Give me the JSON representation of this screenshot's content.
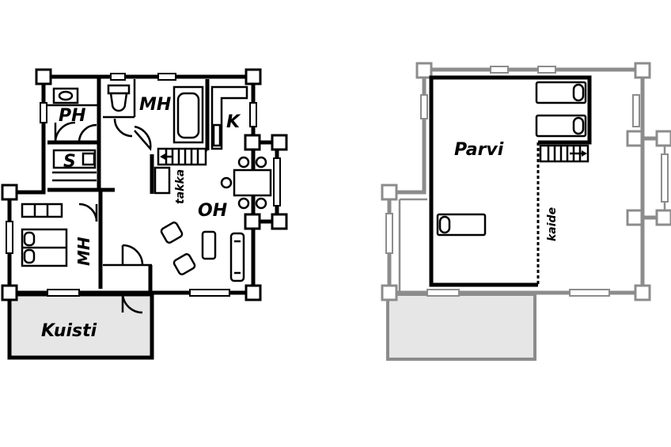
{
  "ground_floor": {
    "rooms": {
      "ph": "PH",
      "mh_top": "MH",
      "k": "K",
      "s": "S",
      "takka": "takka",
      "oh": "OH",
      "mh_side": "MH",
      "kuisti": "Kuisti"
    }
  },
  "upper_floor": {
    "rooms": {
      "parvi": "Parvi",
      "kaide": "kaide"
    }
  },
  "colors": {
    "wall": "#000000",
    "faded_wall": "#8c8c8c",
    "porch_fill": "#e6e6e6"
  }
}
